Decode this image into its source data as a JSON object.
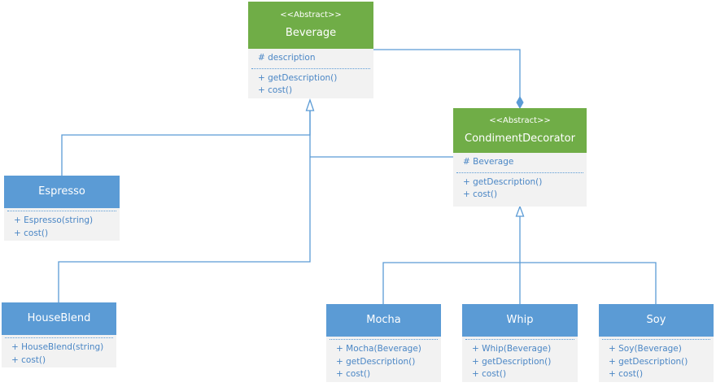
{
  "classes": {
    "beverage": {
      "stereotype": "<<Abstract>>",
      "name": "Beverage",
      "attributes": [
        "# description"
      ],
      "methods": [
        "+ getDescription()",
        "+ cost()"
      ]
    },
    "condiment_decorator": {
      "stereotype": "<<Abstract>>",
      "name": "CondimentDecorator",
      "attributes": [
        "# Beverage"
      ],
      "methods": [
        "+ getDescription()",
        "+ cost()"
      ]
    },
    "espresso": {
      "name": "Espresso",
      "attributes": [],
      "methods": [
        "+ Espresso(string)",
        "+ cost()"
      ]
    },
    "houseblend": {
      "name": "HouseBlend",
      "attributes": [],
      "methods": [
        "+ HouseBlend(string)",
        "+ cost()"
      ]
    },
    "mocha": {
      "name": "Mocha",
      "attributes": [],
      "methods": [
        "+ Mocha(Beverage)",
        "+ getDescription()",
        "+ cost()"
      ]
    },
    "whip": {
      "name": "Whip",
      "attributes": [],
      "methods": [
        "+ Whip(Beverage)",
        "+ getDescription()",
        "+ cost()"
      ]
    },
    "soy": {
      "name": "Soy",
      "attributes": [],
      "methods": [
        "+ Soy(Beverage)",
        "+ getDescription()",
        "+ cost()"
      ]
    }
  },
  "colors": {
    "abstract_header": "#70ad47",
    "concrete_header": "#5b9bd5",
    "body": "#f2f2f2",
    "member_text": "#4a86c5",
    "connector": "#5b9bd5"
  }
}
